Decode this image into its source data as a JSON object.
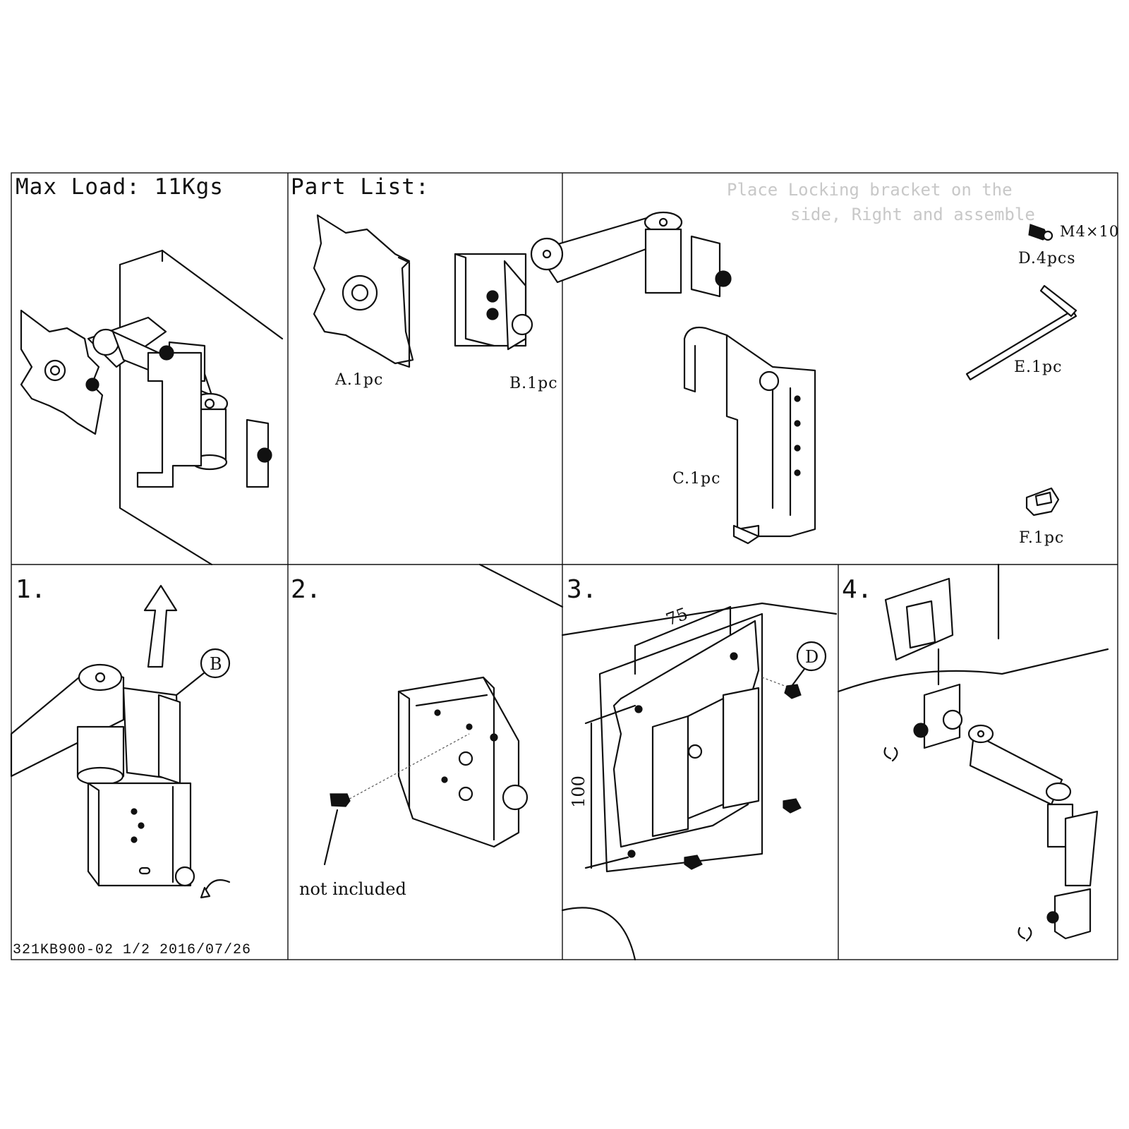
{
  "header": {
    "max_load": "Max Load: 11Kgs",
    "part_list": "Part List:"
  },
  "parts": {
    "a": "A.1pc",
    "b": "B.1pc",
    "c": "C.1pc",
    "d_spec": "M4×10",
    "d": "D.4pcs",
    "e": "E.1pc",
    "f": "F.1pc"
  },
  "steps": {
    "s1": "1.",
    "s2": "2.",
    "s3": "3.",
    "s4": "4."
  },
  "callouts": {
    "b": "B",
    "d": "D",
    "not_included": "not included",
    "dim_75": "75",
    "dim_100": "100"
  },
  "footer": {
    "doc_code": "321KB900-02  1/2  2016/07/26"
  }
}
